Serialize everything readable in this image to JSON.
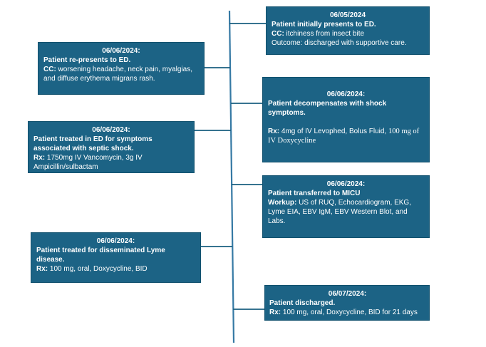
{
  "diagram": {
    "type": "vertical-timeline",
    "background": "#ffffff",
    "colors": {
      "box_fill": "#1c6385",
      "box_border": "#11516e",
      "text": "#ffffff",
      "timeline_line": "#3579a4",
      "connector_line": "#1a5f80"
    }
  },
  "boxes": [
    {
      "side": "right",
      "date": "06/05/2024",
      "title": "Patient initially presents to ED.",
      "lines": [
        {
          "label": "CC:",
          "text": " itchiness from insect bite"
        },
        {
          "label": "",
          "text": "Outcome: discharged with supportive care."
        }
      ]
    },
    {
      "side": "left",
      "date": "06/06/2024:",
      "title": "Patient re-presents to ED.",
      "lines": [
        {
          "label": "CC:",
          "text": " worsening headache, neck pain, myalgias, and diffuse erythema migrans rash."
        }
      ]
    },
    {
      "side": "right",
      "date": "06/06/2024:",
      "title": "Patient decompensates with shock symptoms.",
      "lines": [
        {
          "label": "Rx:",
          "text": " 4mg of IV Levophed, Bolus Fluid, ",
          "serif_text": "100 mg of IV Doxycycline"
        }
      ]
    },
    {
      "side": "left",
      "date": "06/06/2024:",
      "title": "Patient treated in ED for symptoms associated with septic shock.",
      "lines": [
        {
          "label": "Rx:",
          "text": " 1750mg IV Vancomycin, 3g IV Ampicillin/sulbactam"
        }
      ]
    },
    {
      "side": "right",
      "date": "06/06/2024:",
      "title": "Patient transferred to MICU",
      "lines": [
        {
          "label": "Workup:",
          "text": " US of RUQ, Echocardiogram, EKG, Lyme EIA, EBV IgM, EBV Western Blot, and Labs."
        }
      ]
    },
    {
      "side": "left",
      "date": "06/06/2024:",
      "title": "Patient treated for disseminated Lyme disease.",
      "lines": [
        {
          "label": "Rx:",
          "text": " 100 mg, oral, Doxycycline, BID"
        }
      ]
    },
    {
      "side": "right",
      "date": "06/07/2024:",
      "title": "Patient discharged.",
      "lines": [
        {
          "label": "Rx:",
          "text": " 100 mg, oral, Doxycycline, BID for 21 days"
        }
      ]
    }
  ]
}
